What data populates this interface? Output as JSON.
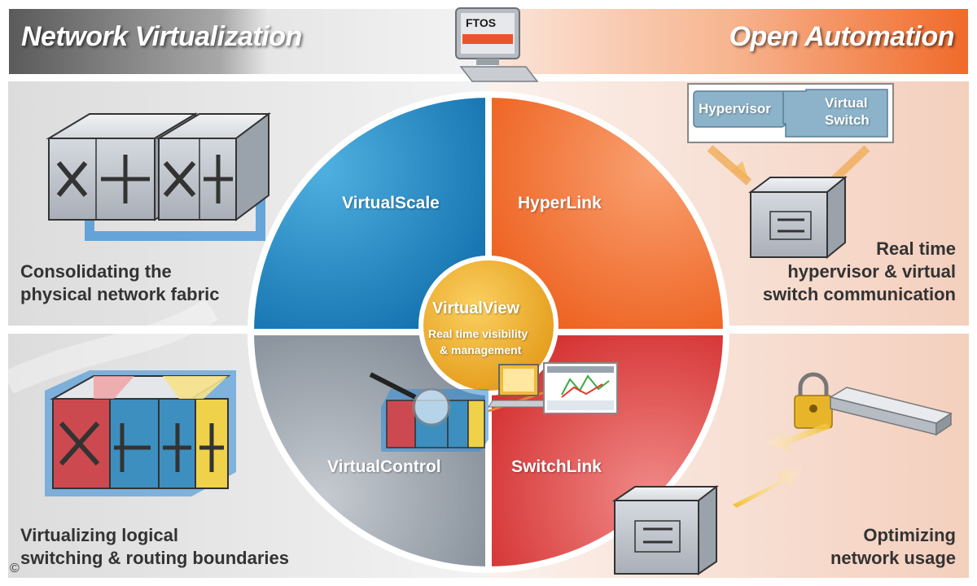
{
  "header": {
    "left_title": "Network Virtualization",
    "right_title": "Open Automation",
    "center_logo": "FTOS"
  },
  "quadrants": {
    "top_left": "VirtualScale",
    "top_right": "HyperLink",
    "bottom_left": "VirtualControl",
    "bottom_right": "SwitchLink"
  },
  "center": {
    "title": "VirtualView",
    "line1": "Real time visibility",
    "line2": "& management"
  },
  "captions": {
    "top_left_line1": "Consolidating the",
    "top_left_line2": "physical network fabric",
    "bottom_left_line1": "Virtualizing logical",
    "bottom_left_line2": "switching & routing boundaries",
    "top_right_line1": "Real time",
    "top_right_line2": "hypervisor & virtual",
    "top_right_line3": "switch communication",
    "bottom_right_line1": "Optimizing",
    "bottom_right_line2": "network usage"
  },
  "hypervisor_box": {
    "left": "Hypervisor",
    "right_line1": "Virtual",
    "right_line2": "Switch"
  },
  "copyright": "©",
  "colors": {
    "virtualscale": "#1f7fb8",
    "hyperlink": "#f26a25",
    "virtualcontrol": "#8f98a3",
    "switchlink": "#d9302e",
    "virtualview": "#f0b21f"
  }
}
